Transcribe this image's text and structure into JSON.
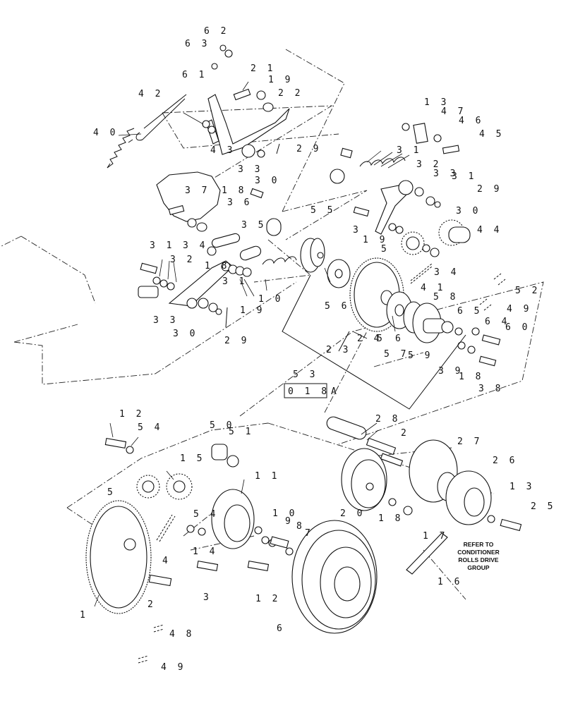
{
  "diagram": {
    "labels": [
      {
        "id": "l62",
        "text": "6 2"
      },
      {
        "id": "l63",
        "text": "6 3"
      },
      {
        "id": "l61",
        "text": "6 1"
      },
      {
        "id": "l21a",
        "text": "2 1"
      },
      {
        "id": "l19a",
        "text": "1 9"
      },
      {
        "id": "l22",
        "text": "2 2"
      },
      {
        "id": "l42",
        "text": "4 2"
      },
      {
        "id": "l40",
        "text": "4 0"
      },
      {
        "id": "l43",
        "text": "4 3"
      },
      {
        "id": "l29a",
        "text": "2 9"
      },
      {
        "id": "l33a",
        "text": "3 3"
      },
      {
        "id": "l30a",
        "text": "3 0"
      },
      {
        "id": "l13a",
        "text": "1 3"
      },
      {
        "id": "l47",
        "text": "4 7"
      },
      {
        "id": "l46",
        "text": "4 6"
      },
      {
        "id": "l45",
        "text": "4 5"
      },
      {
        "id": "l31a",
        "text": "3 1"
      },
      {
        "id": "l32a",
        "text": "3 2"
      },
      {
        "id": "l33b",
        "text": "3 3"
      },
      {
        "id": "l31b",
        "text": "3 1"
      },
      {
        "id": "l29b",
        "text": "2 9"
      },
      {
        "id": "l30b",
        "text": "3 0"
      },
      {
        "id": "l37",
        "text": "3 7"
      },
      {
        "id": "l18a",
        "text": "1 8"
      },
      {
        "id": "l36",
        "text": "3 6"
      },
      {
        "id": "l55",
        "text": "5 5"
      },
      {
        "id": "l3a",
        "text": "3"
      },
      {
        "id": "l44",
        "text": "4 4"
      },
      {
        "id": "l19b",
        "text": "1 9"
      },
      {
        "id": "l5a",
        "text": "5"
      },
      {
        "id": "l35",
        "text": "3 5"
      },
      {
        "id": "l31c",
        "text": "3 1"
      },
      {
        "id": "l34a",
        "text": "3 4"
      },
      {
        "id": "l32b",
        "text": "3 2"
      },
      {
        "id": "l18b",
        "text": "1 8"
      },
      {
        "id": "l34b",
        "text": "3 4"
      },
      {
        "id": "l41",
        "text": "4 1"
      },
      {
        "id": "l52",
        "text": "5 2"
      },
      {
        "id": "l31d",
        "text": "3 1"
      },
      {
        "id": "l10a",
        "text": "1 0"
      },
      {
        "id": "l19c",
        "text": "1 9"
      },
      {
        "id": "l56",
        "text": "5 6"
      },
      {
        "id": "l58",
        "text": "5 8"
      },
      {
        "id": "l49a",
        "text": "4 9"
      },
      {
        "id": "l33c",
        "text": "3 3"
      },
      {
        "id": "l65",
        "text": "6 5"
      },
      {
        "id": "l64",
        "text": "6 4"
      },
      {
        "id": "l60",
        "text": "6 0"
      },
      {
        "id": "l30c",
        "text": "3 0"
      },
      {
        "id": "l29c",
        "text": "2 9"
      },
      {
        "id": "l24",
        "text": "2 4"
      },
      {
        "id": "l5b",
        "text": "5"
      },
      {
        "id": "l6a",
        "text": "6"
      },
      {
        "id": "l57",
        "text": "5 7"
      },
      {
        "id": "l59",
        "text": "5 9"
      },
      {
        "id": "l23",
        "text": "2 3"
      },
      {
        "id": "l39",
        "text": "3 9"
      },
      {
        "id": "l18c",
        "text": "1 8"
      },
      {
        "id": "l38",
        "text": "3 8"
      },
      {
        "id": "l53",
        "text": "5 3"
      },
      {
        "id": "l018a",
        "text": "0 1 8"
      },
      {
        "id": "lA",
        "text": "A"
      },
      {
        "id": "l28",
        "text": "2 8"
      },
      {
        "id": "l2a",
        "text": "2"
      },
      {
        "id": "l12a",
        "text": "1 2"
      },
      {
        "id": "l54a",
        "text": "5 4"
      },
      {
        "id": "l50",
        "text": "5 0"
      },
      {
        "id": "l51",
        "text": "5 1"
      },
      {
        "id": "l27",
        "text": "2 7"
      },
      {
        "id": "l15",
        "text": "1 5"
      },
      {
        "id": "l11",
        "text": "1 1"
      },
      {
        "id": "l26",
        "text": "2 6"
      },
      {
        "id": "l5c",
        "text": "5"
      },
      {
        "id": "l13b",
        "text": "1 3"
      },
      {
        "id": "l25",
        "text": "2 5"
      },
      {
        "id": "l54b",
        "text": "5 4"
      },
      {
        "id": "l10b",
        "text": "1 0"
      },
      {
        "id": "l9",
        "text": "9"
      },
      {
        "id": "l8",
        "text": "8"
      },
      {
        "id": "l7",
        "text": "7"
      },
      {
        "id": "l20",
        "text": "2 0"
      },
      {
        "id": "l18d",
        "text": "1 8"
      },
      {
        "id": "l17",
        "text": "1 7"
      },
      {
        "id": "l14",
        "text": "1 4"
      },
      {
        "id": "l4",
        "text": "4"
      },
      {
        "id": "l1",
        "text": "1"
      },
      {
        "id": "l2b",
        "text": "2"
      },
      {
        "id": "l3b",
        "text": "3"
      },
      {
        "id": "l12b",
        "text": "1 2"
      },
      {
        "id": "l6b",
        "text": "6"
      },
      {
        "id": "l16",
        "text": "1 6"
      },
      {
        "id": "l48",
        "text": "4 8"
      },
      {
        "id": "l49b",
        "text": "4 9"
      }
    ],
    "note": [
      "REFER TO",
      "CONDITIONER",
      "ROLLS DRIVE",
      "GROUP"
    ]
  }
}
